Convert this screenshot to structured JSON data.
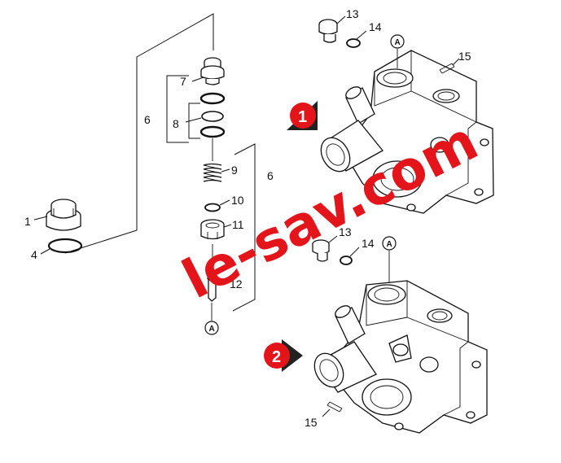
{
  "callouts": {
    "c1": "1",
    "c4": "4",
    "c6a": "6",
    "c6b": "6",
    "c7": "7",
    "c8": "8",
    "c9": "9",
    "c10": "10",
    "c11": "11",
    "c12": "12",
    "c13a": "13",
    "c14a": "14",
    "c15a": "15",
    "c13b": "13",
    "c14b": "14",
    "c15b": "15"
  },
  "markers": {
    "a1": "A",
    "a2": "A",
    "a3": "A"
  },
  "badges": {
    "b1": "1",
    "b2": "2"
  },
  "watermark": {
    "text": "le-sav.com",
    "color": "#e3151a"
  },
  "colors": {
    "badge": "#e3151a",
    "line": "#111111"
  }
}
